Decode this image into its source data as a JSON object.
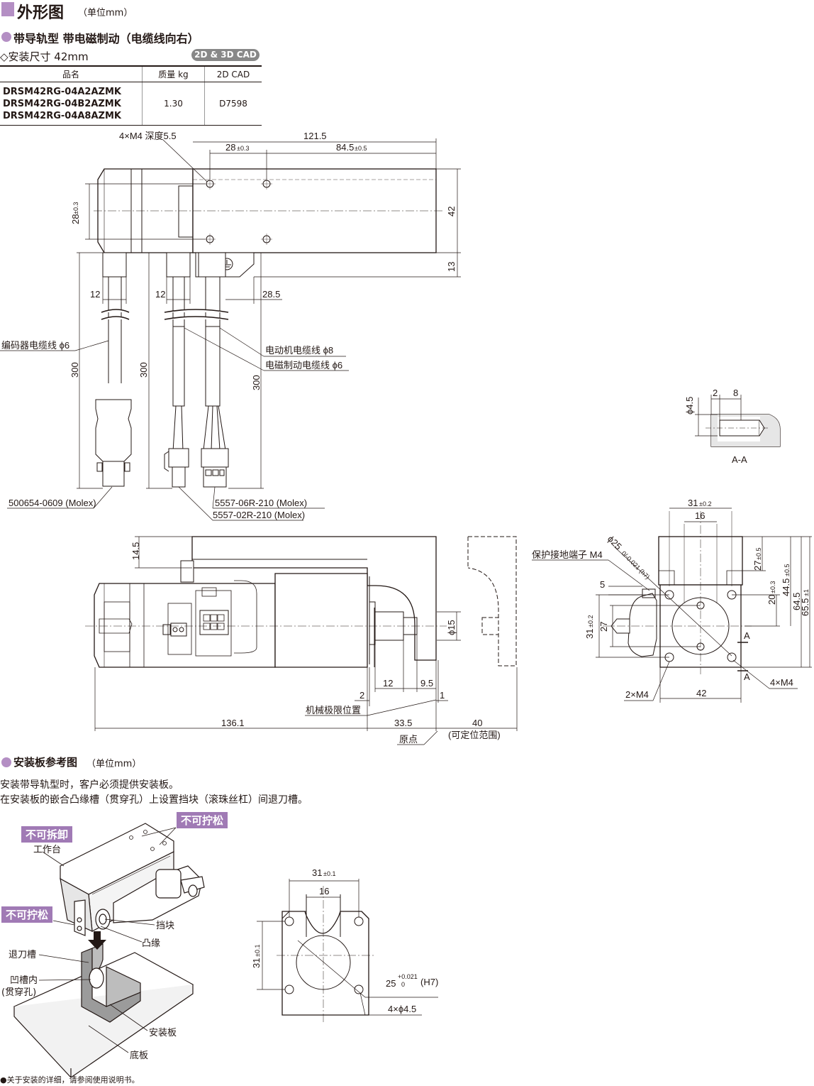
{
  "header": {
    "title": "外形图",
    "unit": "（单位mm）"
  },
  "section1": {
    "title": "带导轨型 带电磁制动（电缆线向右）",
    "subtitle": "◇安装尺寸 42mm",
    "cad_badge": "2D & 3D CAD"
  },
  "table": {
    "headers": [
      "品名",
      "质量 kg",
      "2D CAD"
    ],
    "models": [
      "DRSM42RG-04A2AZMK",
      "DRSM42RG-04B2AZMK",
      "DRSM42RG-04A8AZMK"
    ],
    "mass": "1.30",
    "cad": "D7598"
  },
  "top_view": {
    "holes_note": "4×M4 深度5.5",
    "dims": {
      "d121_5": "121.5",
      "d28": "28",
      "d28_tol": "±0.3",
      "d84_5": "84.5",
      "d84_5_tol": "±0.5",
      "d28v": "28",
      "d28v_tol": "±0.3",
      "d42": "42",
      "d13": "13",
      "d12a": "12",
      "d12b": "12",
      "d28_5": "28.5",
      "d300a": "300",
      "d300b": "300",
      "d300c": "300"
    },
    "labels": {
      "encoder": "编码器电缆线 ϕ6",
      "motor": "电动机电缆线 ϕ8",
      "brake": "电磁制动电缆线 ϕ6",
      "conn1": "500654-0609 (Molex)",
      "conn2": "5557-06R-210 (Molex)",
      "conn3": "5557-02R-210 (Molex)"
    }
  },
  "section_aa": {
    "d_phi": "ϕ4.5",
    "d2": "2",
    "d8": "8",
    "label": "A-A"
  },
  "side_view": {
    "dims": {
      "d14_5": "14.5",
      "d15": "ϕ15",
      "d2": "2",
      "d12": "12",
      "d9_5": "9.5",
      "d1": "1",
      "d136_1": "136.1",
      "d33_5": "33.5",
      "d40": "40"
    },
    "labels": {
      "mech_limit": "机械极限位置",
      "origin": "原点",
      "range": "(可定位范围)"
    }
  },
  "front_view": {
    "dims": {
      "d31": "31",
      "d31_tol": "±0.2",
      "d16": "16",
      "d25": "ϕ25",
      "d25_tol": "0/-0.021 (h7)",
      "d27_5": "27",
      "d27_5_tol": "±0.5",
      "d20": "20",
      "d20_tol": "±0.3",
      "d44_5": "44.5",
      "d44_5_tol": "±0.5",
      "d64_5": "64.5",
      "d65_5": "65.5",
      "d65_5_tol": "±1",
      "d5": "5",
      "d31v": "31",
      "d31v_tol": "±0.2",
      "d27": "27",
      "d42": "42",
      "a1": "A",
      "a2": "A"
    },
    "labels": {
      "ground": "保护接地端子 M4",
      "m4x2": "2×M4",
      "m4x4": "4×M4"
    }
  },
  "section2": {
    "title": "安装板参考图",
    "unit": "（单位mm）",
    "line1": "安装带导轨型时，客户必须提供安装板。",
    "line2": "在安装板的嵌合凸缘槽（贯穿孔）上设置挡块（滚珠丝杠）间退刀槽。"
  },
  "illustration": {
    "tag1": "不可拆卸",
    "tag2": "不可拧松",
    "tag3": "不可拧松",
    "l_table": "工作台",
    "l_stop": "挡块",
    "l_flange": "凸缘",
    "l_groove": "退刀槽",
    "l_recess": "凹槽内",
    "l_through": "(贯穿孔)",
    "l_plate": "安装板",
    "l_base": "底板"
  },
  "plate_drawing": {
    "d31": "31",
    "d31_tol": "±0.1",
    "d16": "16",
    "d31v": "31",
    "d31v_tol": "±0.1",
    "d25": "25",
    "d25_tol_up": "+0.021",
    "d25_tol_low": "0",
    "d25_fit": "(H7)",
    "holes": "4×ϕ4.5"
  },
  "footnote": "●关于安装的详细，请参阅使用说明书。"
}
